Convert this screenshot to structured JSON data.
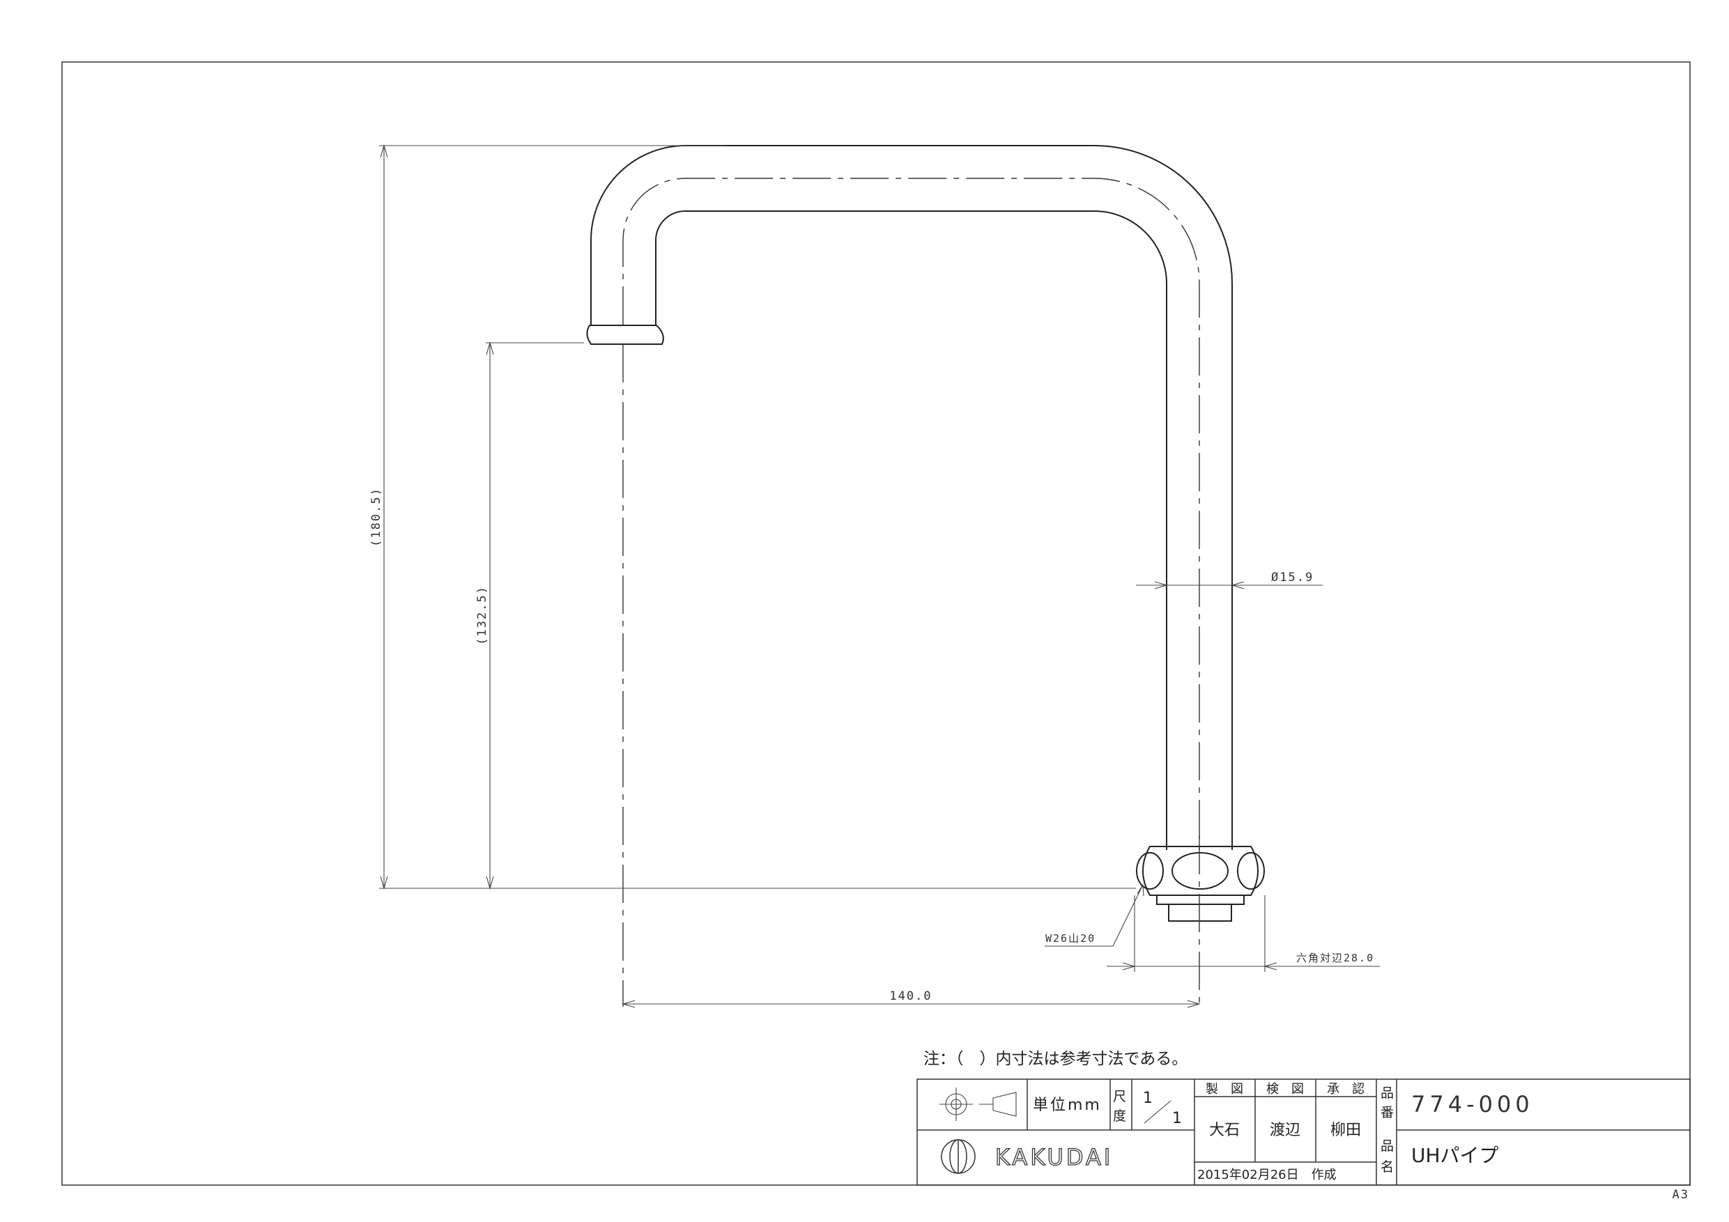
{
  "drawing": {
    "dimensions": {
      "overall_height": "(180.5)",
      "outlet_height": "(132.5)",
      "pipe_diameter": "Ø15.9",
      "thread": "W26山20",
      "hex_across_flats": "六角対辺28.0",
      "reach": "140.0"
    },
    "note": "注：（　）内寸法は参考寸法である。"
  },
  "title_block": {
    "unit_label": "単位mm",
    "scale_label_1": "尺",
    "scale_label_2": "度",
    "scale_num": "1",
    "scale_den": "1",
    "seizu_header": "製　図",
    "kenzu_header": "検　図",
    "shonin_header": "承　認",
    "drafter": "大石",
    "checker": "渡辺",
    "approver": "柳田",
    "date_created": "2015年02月26日　作成",
    "part_no_label_1": "品",
    "part_no_label_2": "番",
    "part_no": "774-000",
    "part_name_label_1": "品",
    "part_name_label_2": "名",
    "part_name": "UHパイプ",
    "logo_text": "KAKUDAI"
  },
  "sheet_size": "A3"
}
